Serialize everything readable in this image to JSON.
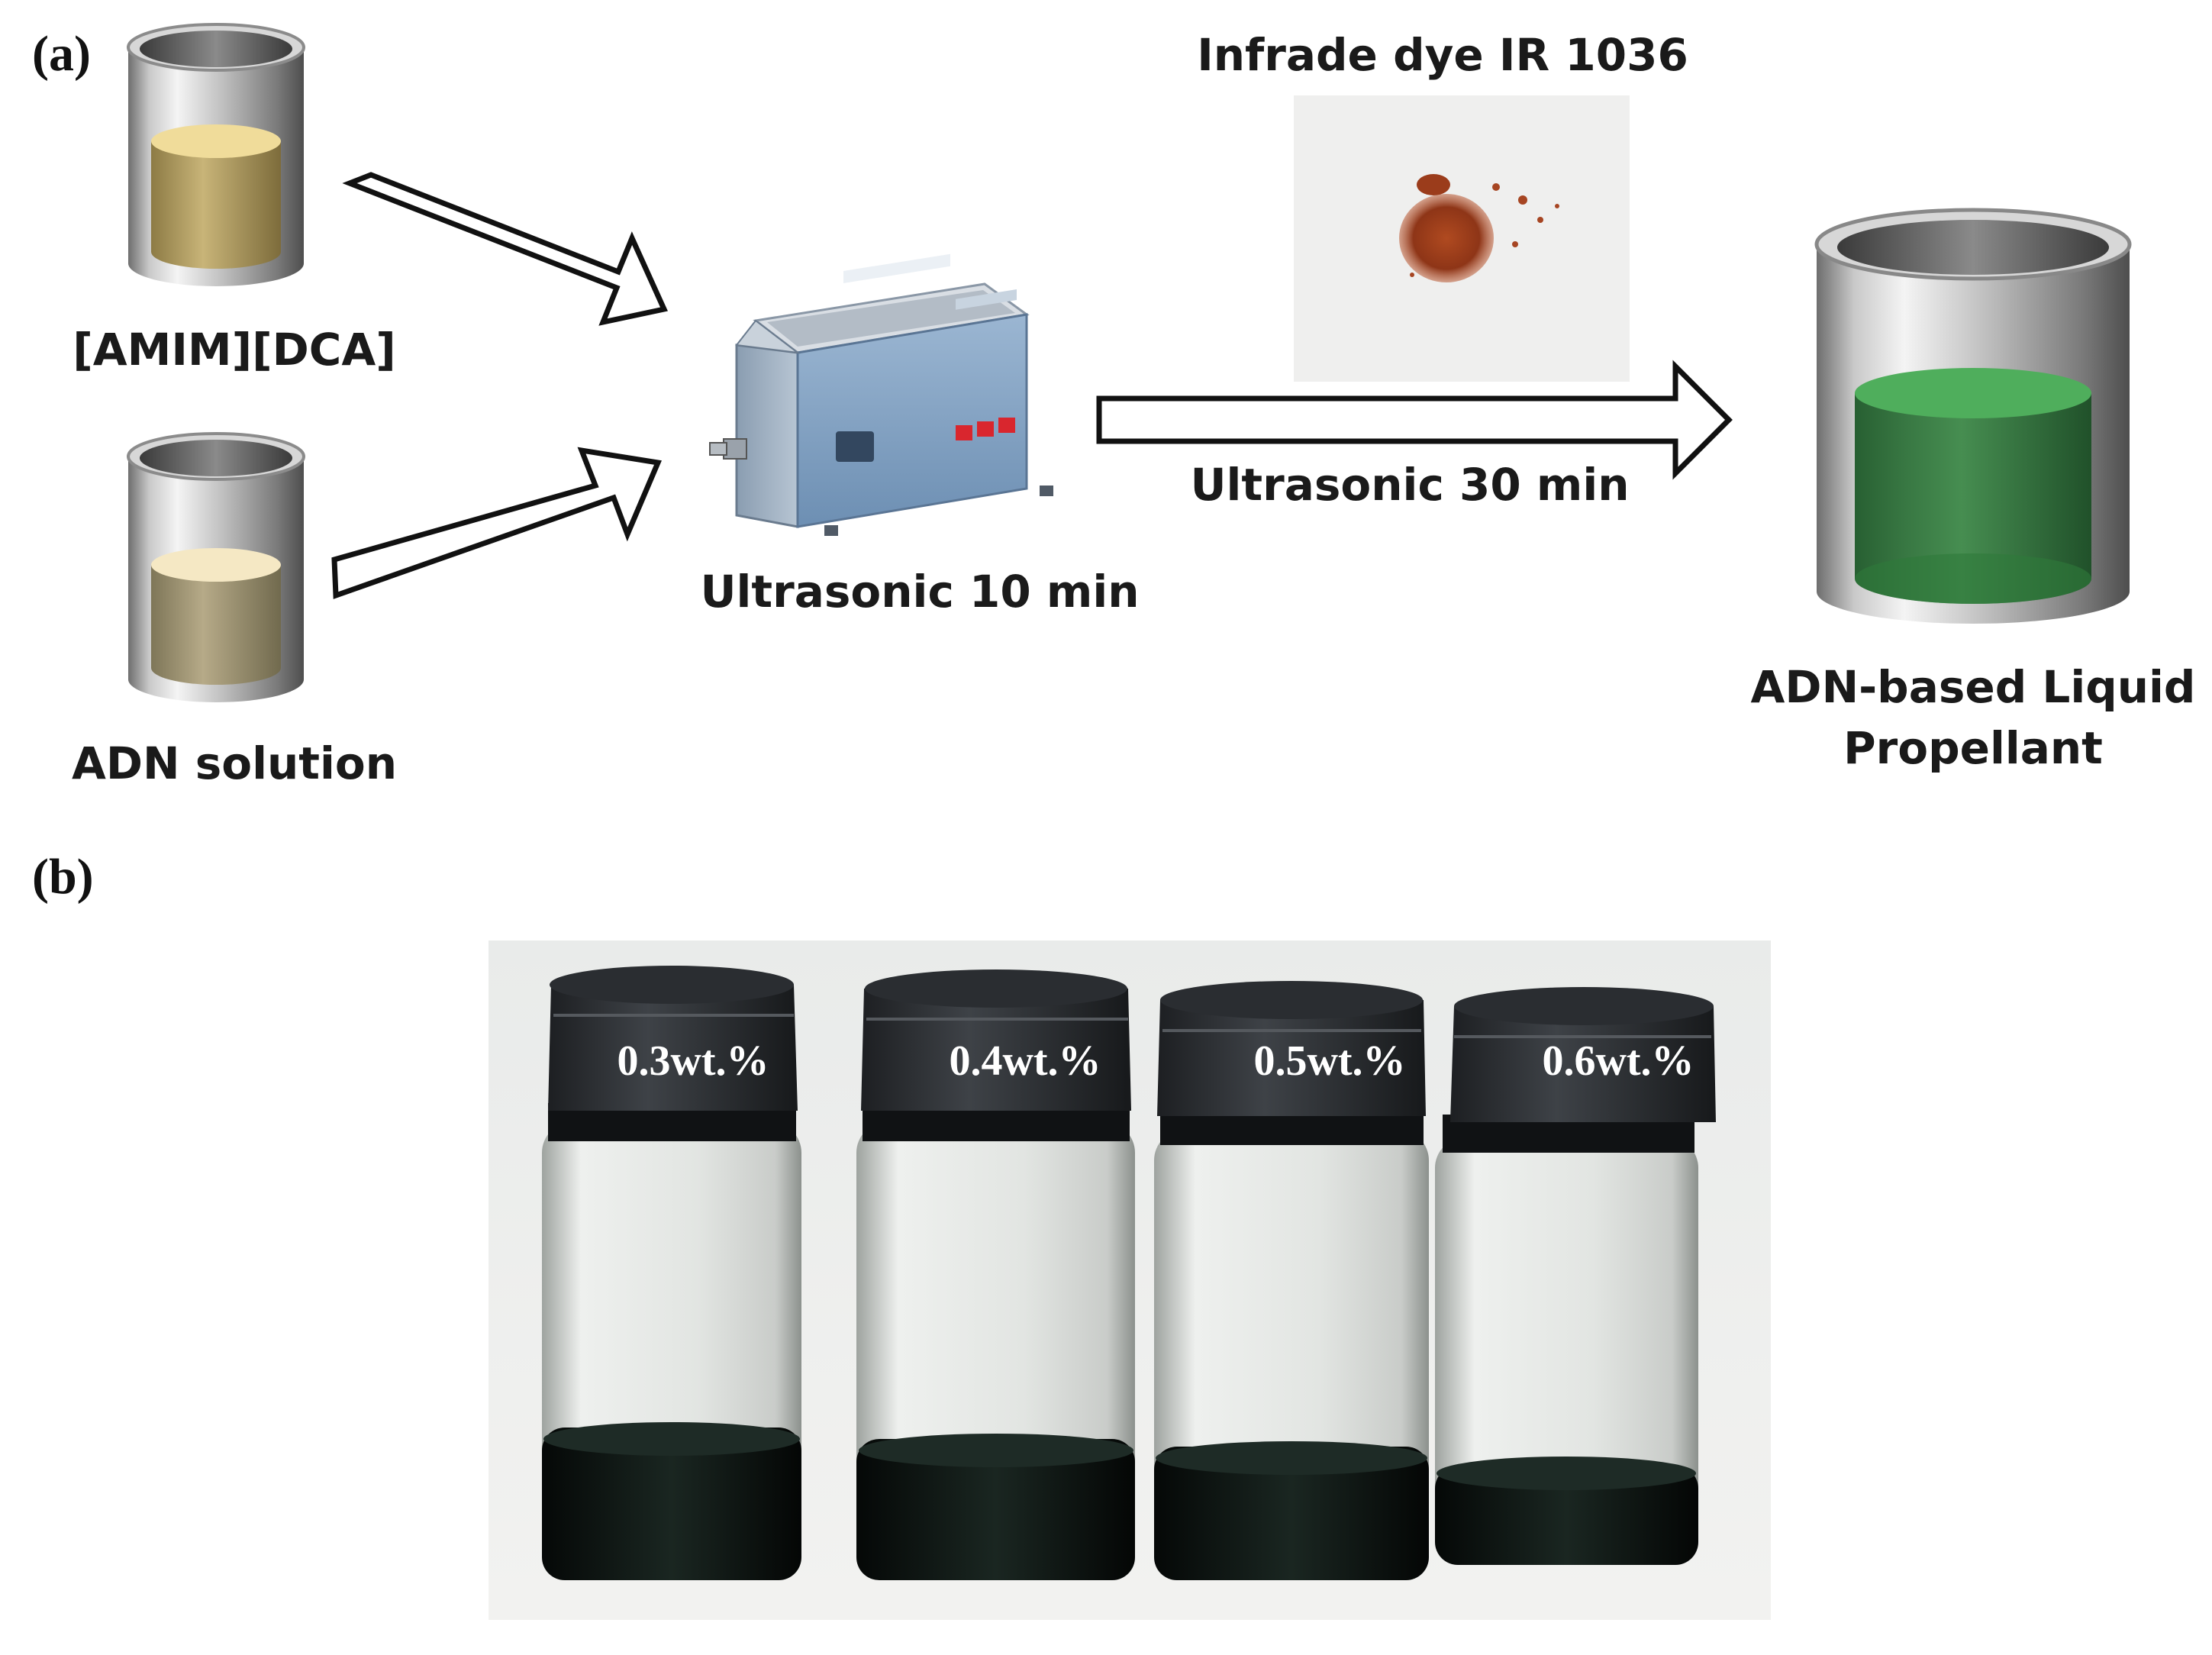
{
  "panels": {
    "a": "(a)",
    "b": "(b)"
  },
  "panel_a": {
    "beaker1_label": "[AMIM][DCA]",
    "beaker2_label": "ADN solution",
    "bath_label": "Ultrasonic 10 min",
    "dye_label": "Infrade dye IR 1036",
    "arrow3_label": "Ultrasonic 30 min",
    "product_line1": "ADN-based Liquid",
    "product_line2": "Propellant",
    "colors": {
      "liquid_amim": "#c8b478",
      "liquid_adn": "#b6aa88",
      "propellant": "#3f8a4a",
      "dye_powder": "#a8431f",
      "bath_body": "#7f9fbf"
    }
  },
  "panel_b": {
    "vial_labels": [
      "0.3wt.%",
      "0.4wt.%",
      "0.5wt.%",
      "0.6wt.%"
    ]
  }
}
